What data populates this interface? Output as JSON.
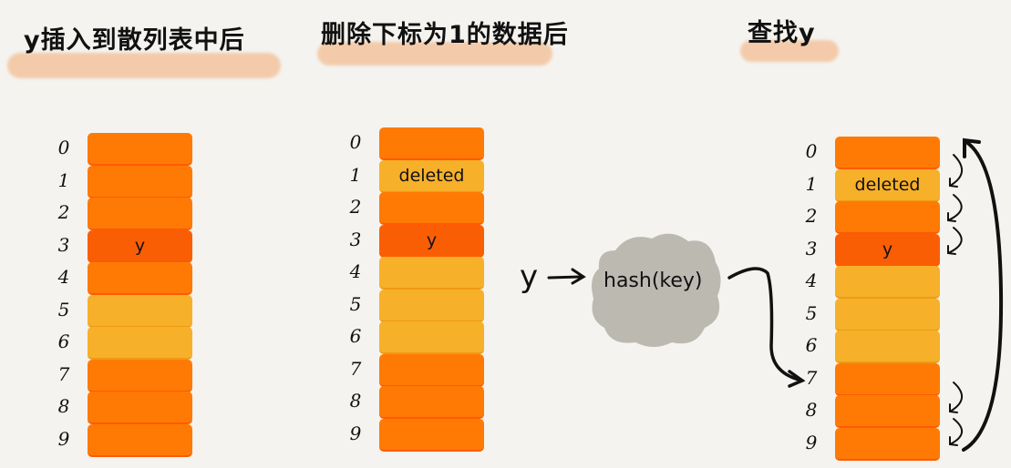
{
  "panels": [
    {
      "title": "y插入到散列表中后",
      "rows": [
        {
          "index": "0",
          "label": "",
          "state": "occupied"
        },
        {
          "index": "1",
          "label": "",
          "state": "occupied"
        },
        {
          "index": "2",
          "label": "",
          "state": "occupied"
        },
        {
          "index": "3",
          "label": "y",
          "state": "target"
        },
        {
          "index": "4",
          "label": "",
          "state": "occupied"
        },
        {
          "index": "5",
          "label": "",
          "state": "empty"
        },
        {
          "index": "6",
          "label": "",
          "state": "empty"
        },
        {
          "index": "7",
          "label": "",
          "state": "occupied"
        },
        {
          "index": "8",
          "label": "",
          "state": "occupied"
        },
        {
          "index": "9",
          "label": "",
          "state": "occupied"
        }
      ]
    },
    {
      "title": "删除下标为1的数据后",
      "rows": [
        {
          "index": "0",
          "label": "",
          "state": "occupied"
        },
        {
          "index": "1",
          "label": "deleted",
          "state": "empty"
        },
        {
          "index": "2",
          "label": "",
          "state": "occupied"
        },
        {
          "index": "3",
          "label": "y",
          "state": "target"
        },
        {
          "index": "4",
          "label": "",
          "state": "empty"
        },
        {
          "index": "5",
          "label": "",
          "state": "empty"
        },
        {
          "index": "6",
          "label": "",
          "state": "empty"
        },
        {
          "index": "7",
          "label": "",
          "state": "occupied"
        },
        {
          "index": "8",
          "label": "",
          "state": "occupied"
        },
        {
          "index": "9",
          "label": "",
          "state": "occupied"
        }
      ]
    },
    {
      "title": "查找y",
      "rows": [
        {
          "index": "0",
          "label": "",
          "state": "occupied"
        },
        {
          "index": "1",
          "label": "deleted",
          "state": "empty"
        },
        {
          "index": "2",
          "label": "",
          "state": "occupied"
        },
        {
          "index": "3",
          "label": "y",
          "state": "target"
        },
        {
          "index": "4",
          "label": "",
          "state": "empty"
        },
        {
          "index": "5",
          "label": "",
          "state": "empty"
        },
        {
          "index": "6",
          "label": "",
          "state": "empty"
        },
        {
          "index": "7",
          "label": "",
          "state": "occupied"
        },
        {
          "index": "8",
          "label": "",
          "state": "occupied"
        },
        {
          "index": "9",
          "label": "",
          "state": "occupied"
        }
      ]
    }
  ],
  "hash": {
    "input": "y",
    "function_label": "hash(key)",
    "result_index": "7"
  },
  "colors": {
    "background": "#f4f3ef",
    "occupied": "#ff7a05",
    "target": "#fa5e05",
    "empty": "#f7b02a",
    "separator": "#ff5a00",
    "highlight": "#f3c49f",
    "cloud": "#bcb9b1",
    "ink": "#111111"
  }
}
